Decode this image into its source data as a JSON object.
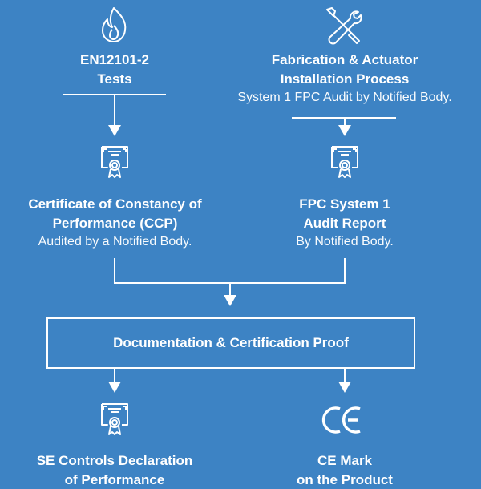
{
  "nodes": {
    "tests": {
      "icon": "flame-icon",
      "title1": "EN12101-2",
      "title2": "Tests"
    },
    "fabrication": {
      "icon": "tools-icon",
      "title1": "Fabrication & Actuator",
      "title2": "Installation Process",
      "subtitle": "System 1 FPC Audit by Notified Body."
    },
    "ccp": {
      "icon": "certificate-icon",
      "title1": "Certificate of Constancy of",
      "title2": "Performance (CCP)",
      "subtitle": "Audited by a Notified Body."
    },
    "fpc_report": {
      "icon": "certificate-icon",
      "title1": "FPC System 1",
      "title2": "Audit Report",
      "subtitle": "By Notified Body."
    },
    "documentation": {
      "label": "Documentation & Certification Proof"
    },
    "declaration": {
      "icon": "certificate-icon",
      "title1": "SE Controls Declaration",
      "title2": "of Performance"
    },
    "ce_mark": {
      "icon": "ce-mark-icon",
      "symbol": "CE",
      "title1": "CE Mark",
      "title2": "on the Product"
    }
  },
  "colors": {
    "background": "#3d83c4",
    "foreground": "#ffffff"
  }
}
